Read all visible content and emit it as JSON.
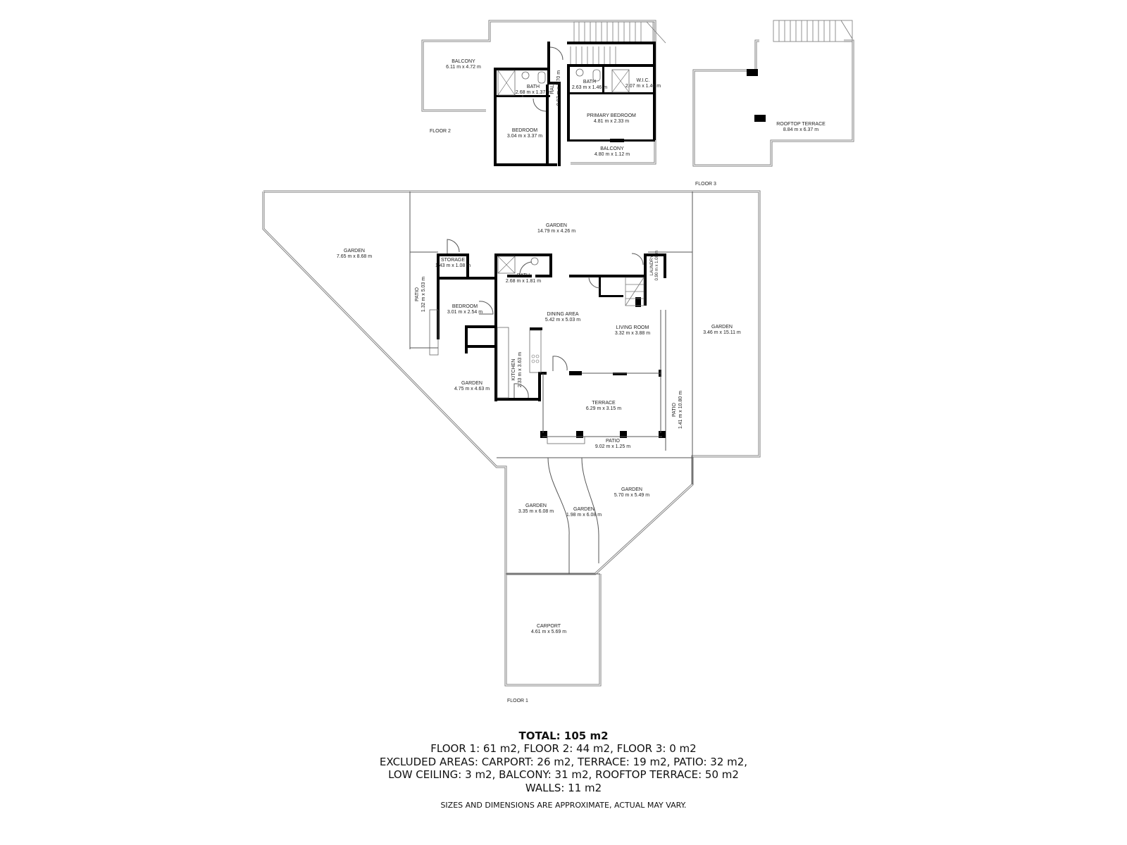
{
  "floors": {
    "floor1": {
      "label": "FLOOR 1"
    },
    "floor2": {
      "label": "FLOOR 2"
    },
    "floor3": {
      "label": "FLOOR 3"
    }
  },
  "rooms": {
    "f2_balcony_large": {
      "name": "BALCONY",
      "dims": "6.11 m x 4.72 m"
    },
    "f2_bath_1": {
      "name": "BATH",
      "dims": "2.68 m x 1.37 m"
    },
    "f2_hall": {
      "name": "HALL",
      "dims": "0.97 m x 3.70 m"
    },
    "f2_bath_2": {
      "name": "BATH",
      "dims": "2.63 m x 1.46 m"
    },
    "f2_wic": {
      "name": "W.I.C.",
      "dims": "2.07 m x 1.46 m"
    },
    "f2_primary_bedroom": {
      "name": "PRIMARY BEDROOM",
      "dims": "4.81 m x 2.33 m"
    },
    "f2_bedroom": {
      "name": "BEDROOM",
      "dims": "3.04 m x 3.37 m"
    },
    "f2_balcony_small": {
      "name": "BALCONY",
      "dims": "4.80 m x 1.12 m"
    },
    "f3_rooftop_terrace": {
      "name": "ROOFTOP TERRACE",
      "dims": "8.84 m x 6.37 m"
    },
    "f1_garden_top": {
      "name": "GARDEN",
      "dims": "14.79 m x 4.26 m"
    },
    "f1_garden_left": {
      "name": "GARDEN",
      "dims": "7.65 m x 8.68 m"
    },
    "f1_storage": {
      "name": "STORAGE",
      "dims": "1.43 m x 1.08 m"
    },
    "f1_bath": {
      "name": "BATH",
      "dims": "2.68 m x 1.81 m"
    },
    "f1_laundry": {
      "name": "LAUNDRY",
      "dims": "0.90 m x 1.08 m"
    },
    "f1_patio_left": {
      "name": "PATIO",
      "dims": "1.32 m x 5.03 m"
    },
    "f1_bedroom": {
      "name": "BEDROOM",
      "dims": "3.01 m x 2.54 m"
    },
    "f1_dining": {
      "name": "DINING AREA",
      "dims": "5.42 m x 5.03 m"
    },
    "f1_living": {
      "name": "LIVING ROOM",
      "dims": "3.32 m x 3.88 m"
    },
    "f1_garden_right": {
      "name": "GARDEN",
      "dims": "3.46 m x 15.11 m"
    },
    "f1_kitchen": {
      "name": "KITCHEN",
      "dims": "2.33 m x 3.63 m"
    },
    "f1_garden_mid": {
      "name": "GARDEN",
      "dims": "4.75 m x 4.63 m"
    },
    "f1_terrace": {
      "name": "TERRACE",
      "dims": "6.29 m x 3.15 m"
    },
    "f1_patio_right": {
      "name": "PATIO",
      "dims": "1.41 m x 10.80 m"
    },
    "f1_patio_bottom": {
      "name": "PATIO",
      "dims": "9.02 m x 1.25 m"
    },
    "f1_garden_lower_right": {
      "name": "GARDEN",
      "dims": "5.70 m x 5.49 m"
    },
    "f1_garden_lower_left": {
      "name": "GARDEN",
      "dims": "3.35 m x 6.08 m"
    },
    "f1_garden_lower_mid": {
      "name": "GARDEN",
      "dims": "1.98 m x 6.08 m"
    },
    "f1_carport": {
      "name": "CARPORT",
      "dims": "4.61 m x 5.69 m"
    }
  },
  "summary": {
    "total": "TOTAL: 105 m2",
    "line1": "FLOOR 1: 61 m2, FLOOR 2: 44 m2, FLOOR 3: 0 m2",
    "line2": "EXCLUDED AREAS: CARPORT: 26 m2, TERRACE: 19 m2, PATIO: 32 m2,",
    "line3": "LOW CEILING: 3 m2, BALCONY: 31 m2, ROOFTOP TERRACE: 50 m2",
    "line4": "WALLS: 11 m2",
    "disclaimer": "SIZES AND DIMENSIONS ARE APPROXIMATE, ACTUAL MAY VARY."
  }
}
